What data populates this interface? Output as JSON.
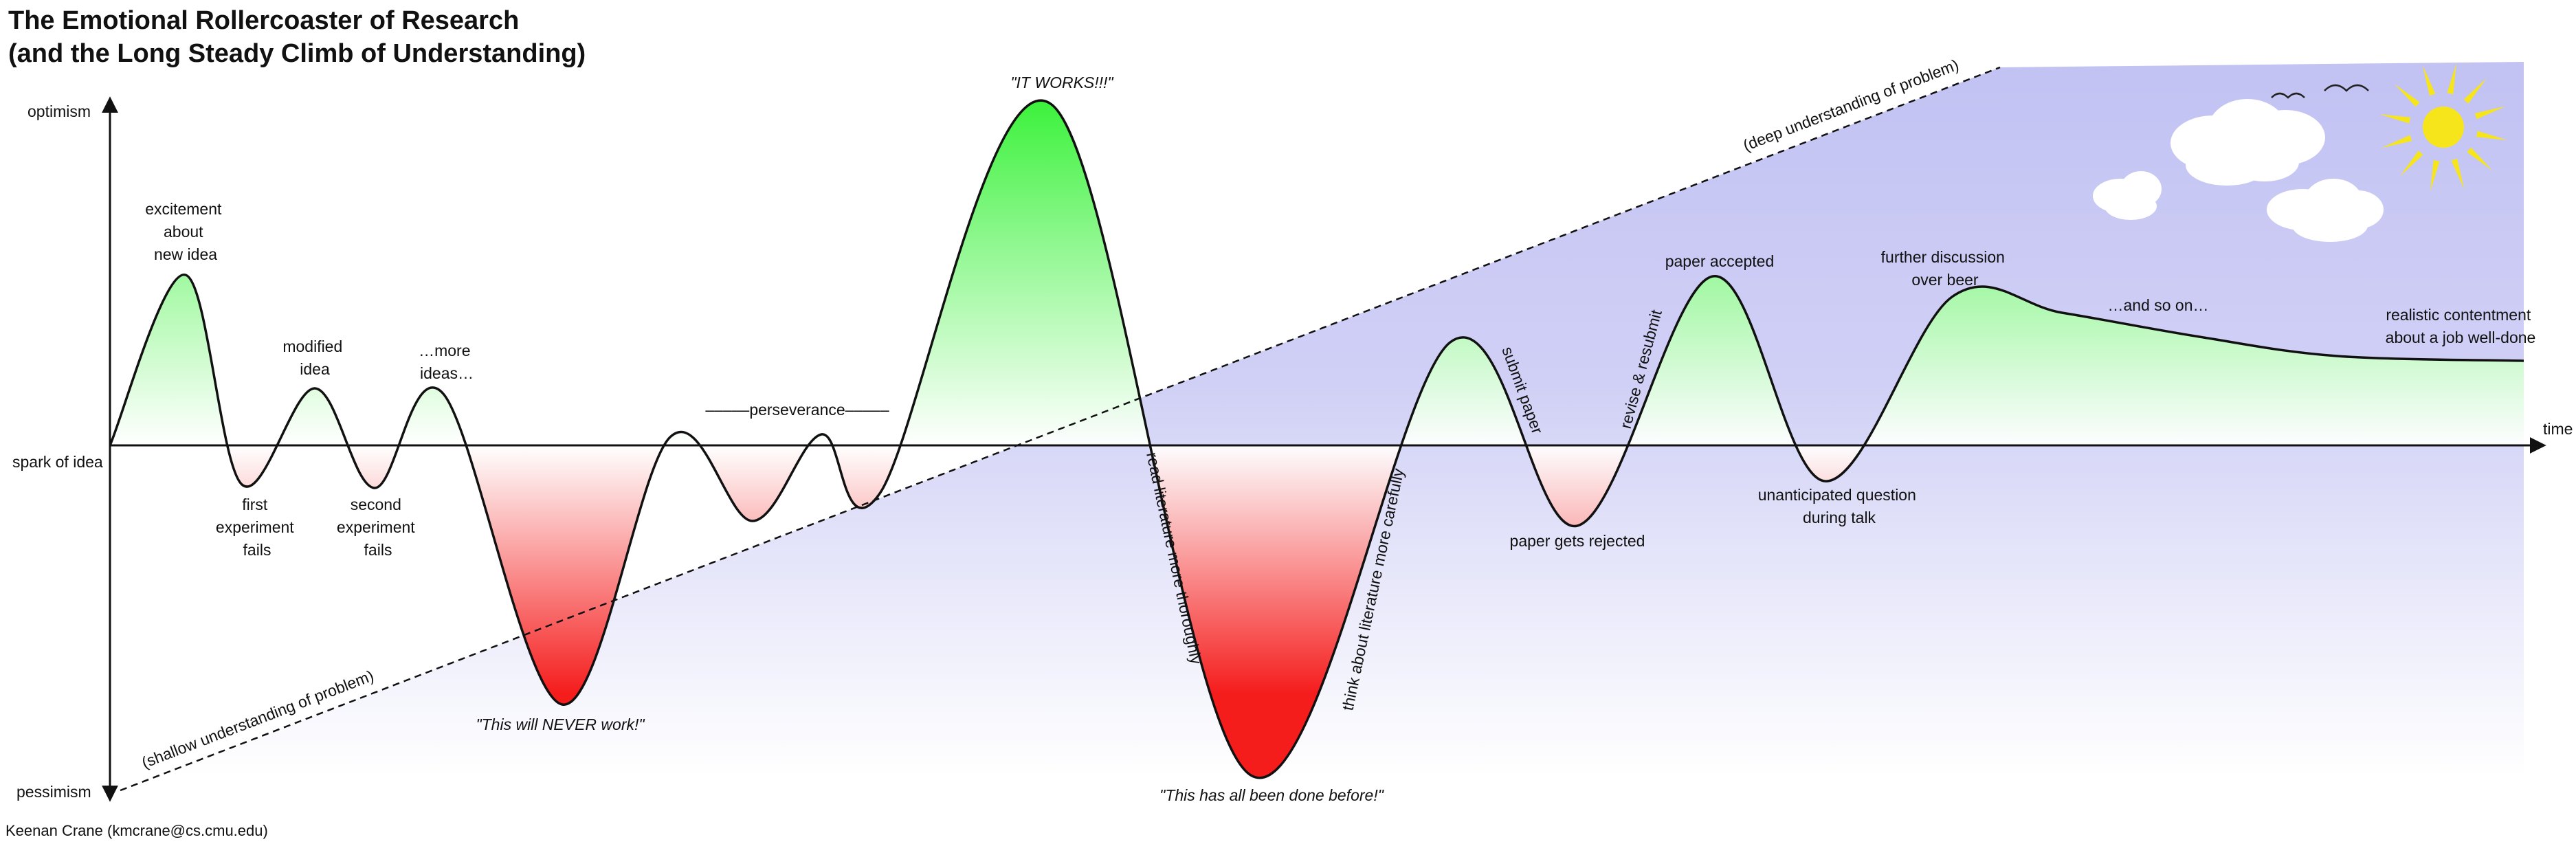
{
  "title": {
    "line1": "The Emotional Rollercoaster of Research",
    "line2": "(and the Long Steady Climb of Understanding)"
  },
  "author": "Keenan Crane (kmcrane@cs.cmu.edu)",
  "axes": {
    "y_top": "optimism",
    "y_mid": "spark of idea",
    "y_bottom": "pessimism",
    "x_label": "time"
  },
  "understanding": {
    "shallow": "(shallow understanding of problem)",
    "deep": "(deep understanding of problem)"
  },
  "annotations": {
    "excitement": [
      "excitement",
      "about",
      "new idea"
    ],
    "first_fail": [
      "first",
      "experiment",
      "fails"
    ],
    "modified": [
      "modified",
      "idea"
    ],
    "second_fail": [
      "second",
      "experiment",
      "fails"
    ],
    "more_ideas": [
      "…more",
      "ideas…"
    ],
    "never_work": "\"This will NEVER work!\"",
    "perseverance": "–––––perseverance–––––",
    "it_works": "\"IT WORKS!!!\"",
    "read_lit": "read literature more thoroughly",
    "done_before": "\"This has all been done before!\"",
    "think_lit": "think about literature more carefully",
    "submit": "submit paper",
    "rejected": "paper gets rejected",
    "revise": "revise & resubmit",
    "accepted": "paper accepted",
    "question": [
      "unanticipated question",
      "during talk"
    ],
    "discussion": [
      "further discussion",
      "over beer"
    ],
    "so_on": "…and so on…",
    "contentment": [
      "realistic contentment",
      "about a job well-done"
    ]
  },
  "colors": {
    "positive": "#3df23d",
    "negative": "#f51c1c",
    "sky_top": "#c9c9f5",
    "sky_bottom": "#ffffff",
    "sun": "#f7e51b",
    "ink": "#111111"
  }
}
